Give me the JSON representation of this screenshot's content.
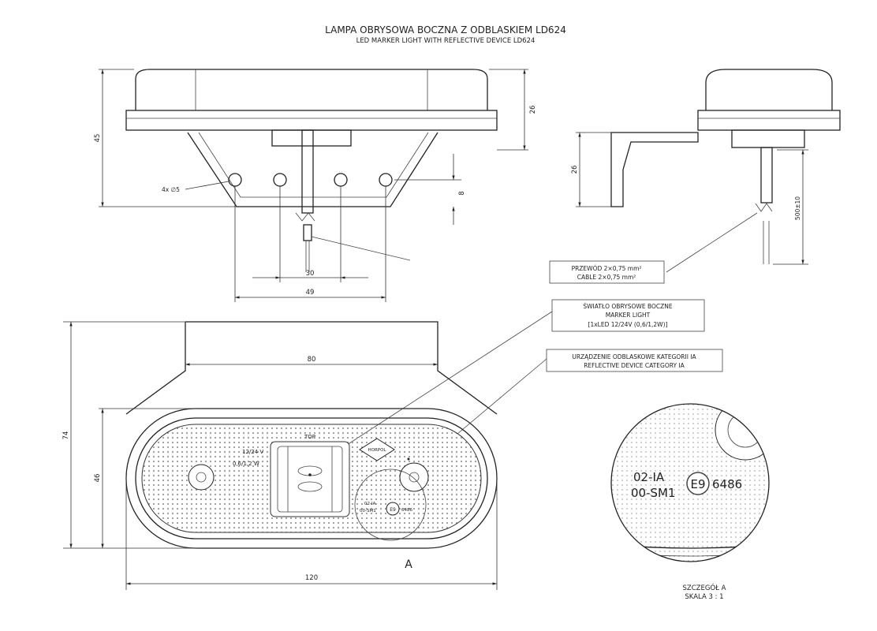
{
  "title": "LAMPA OBRYSOWA BOCZNA Z ODBLASKIEM LD624",
  "subtitle": "LED MARKER LIGHT WITH REFLECTIVE DEVICE LD624",
  "front_view": {
    "dim_height_total": "45",
    "dim_height_body": "26",
    "dim_hole_offset": "8",
    "holes_label": "4x ∅5",
    "dim_hole_spacing_inner": "30",
    "dim_hole_spacing_outer": "49"
  },
  "side_view": {
    "dim_bracket": "26",
    "dim_cable": "500±10"
  },
  "bottom_view": {
    "dim_total_height": "74",
    "dim_lamp_height": "46",
    "dim_base_width": "80",
    "dim_total_width": "120",
    "top_label": "TOP",
    "voltage": "12/24 V",
    "power": "0,6/1,2 W",
    "brand_logo": "HORPOL",
    "approval_1": "02-IA",
    "approval_2": "00-SM1",
    "e_mark": "E9",
    "approval_number": "6486",
    "detail_marker": "A"
  },
  "callouts": {
    "cable_pl": "PRZEWÓD 2×0,75 mm²",
    "cable_en": "CABLE 2×0,75 mm²",
    "light_pl": "ŚWIATŁO OBRYSOWE BOCZNE",
    "light_en": "MARKER LIGHT",
    "light_spec": "[1xLED 12/24V (0,6/1,2W)]",
    "reflector_pl": "URZĄDZENIE ODBLASKOWE KATEGORII IA",
    "reflector_en": "REFLECTIVE DEVICE CATEGORY IA"
  },
  "detail": {
    "approval_1": "02-IA",
    "approval_2": "00-SM1",
    "e_mark": "E9",
    "approval_number": "6486",
    "caption": "SZCZEGÓŁ A",
    "scale": "SKALA 3 : 1"
  }
}
